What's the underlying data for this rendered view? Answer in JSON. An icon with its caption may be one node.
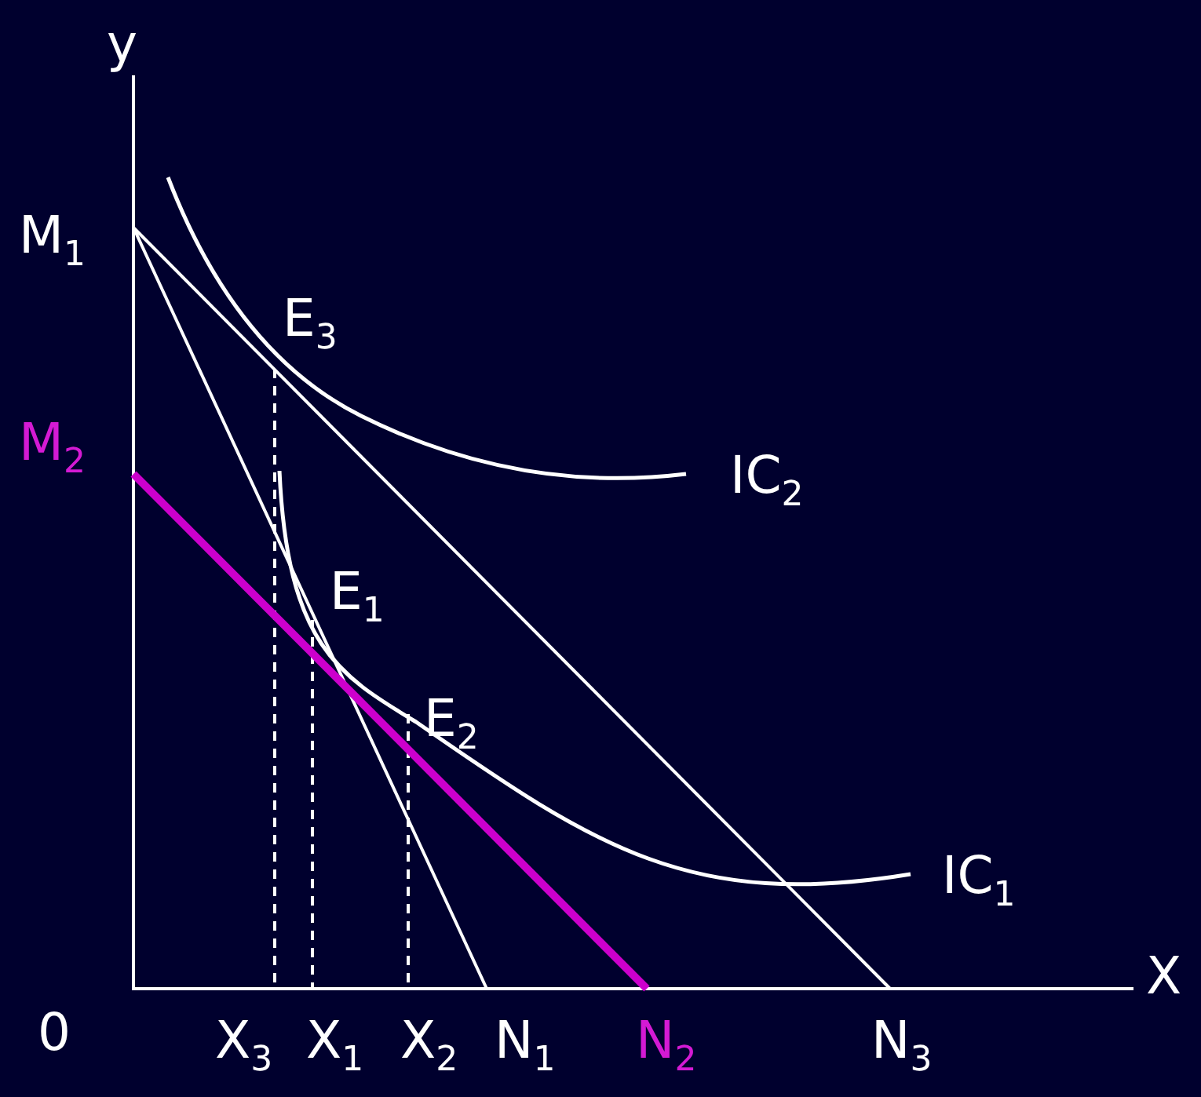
{
  "diagram": {
    "labels": [
      "y",
      "M$_{1}$",
      "E$_{3}$",
      "M$_{2}$",
      "IC$_{2}$",
      "E$_{1}$",
      "E$_{2}$",
      "IC$_{1}$",
      "X",
      "0",
      "X$_{3}$",
      "X$_{1}$",
      "X$_{2}$",
      "N$_{1}$",
      "N$_{2}$",
      "N$_{3}$"
    ]
  }
}
